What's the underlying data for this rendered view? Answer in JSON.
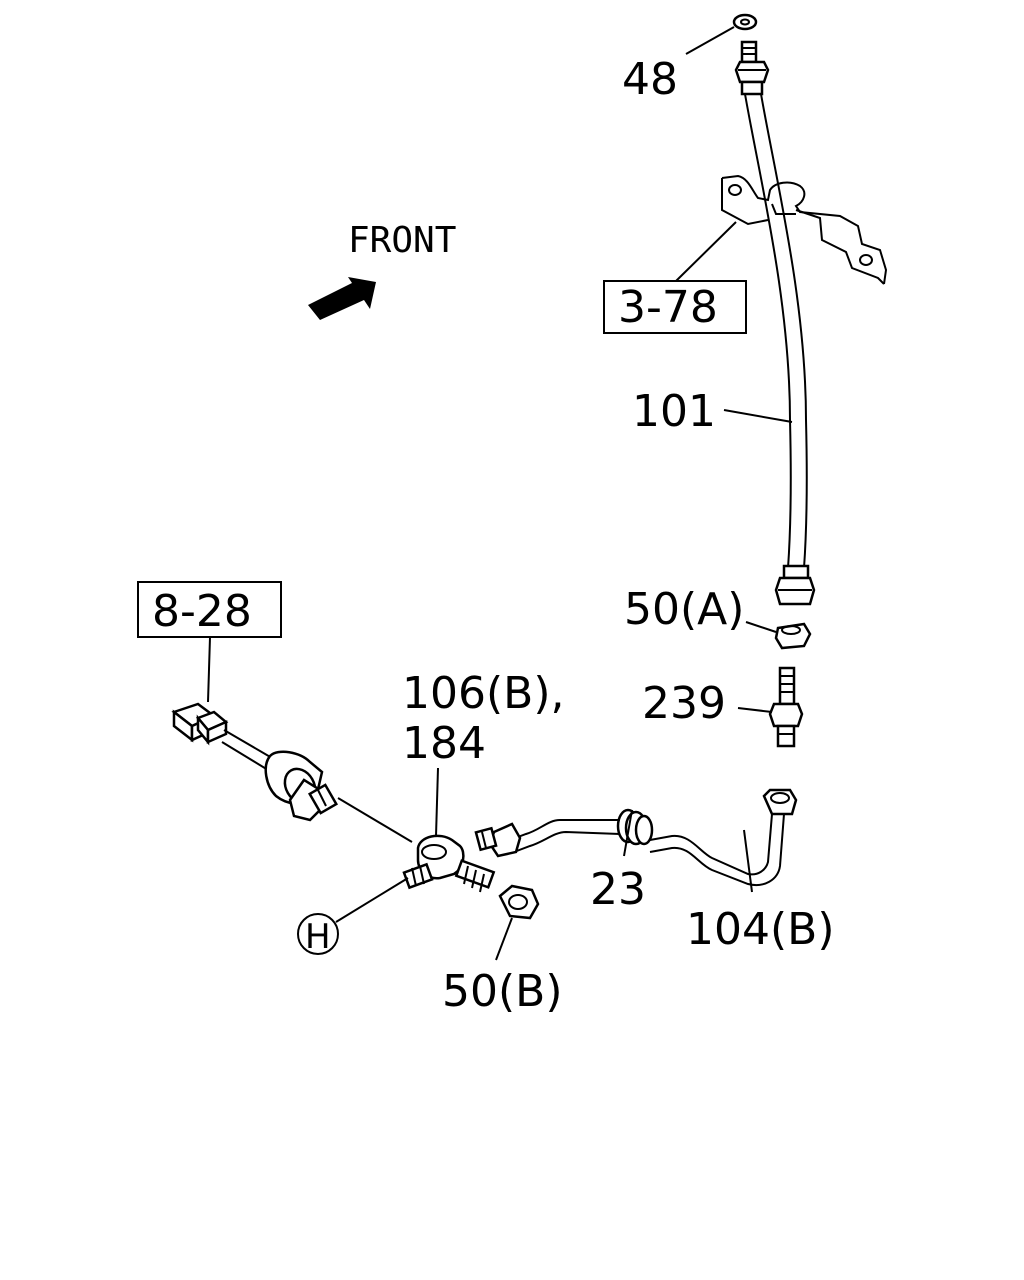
{
  "diagram": {
    "direction_label": "FRONT",
    "refs": {
      "ref_3_78": "3-78",
      "ref_8_28": "8-28",
      "ref_H": "H"
    },
    "callouts": {
      "c48": "48",
      "c101": "101",
      "c50a": "50(A)",
      "c239": "239",
      "c106b": "106(B),",
      "c184": "184",
      "c23": "23",
      "c104b": "104(B)",
      "c50b": "50(B)"
    },
    "icons": {
      "front_arrow": "front-arrow-icon"
    }
  }
}
